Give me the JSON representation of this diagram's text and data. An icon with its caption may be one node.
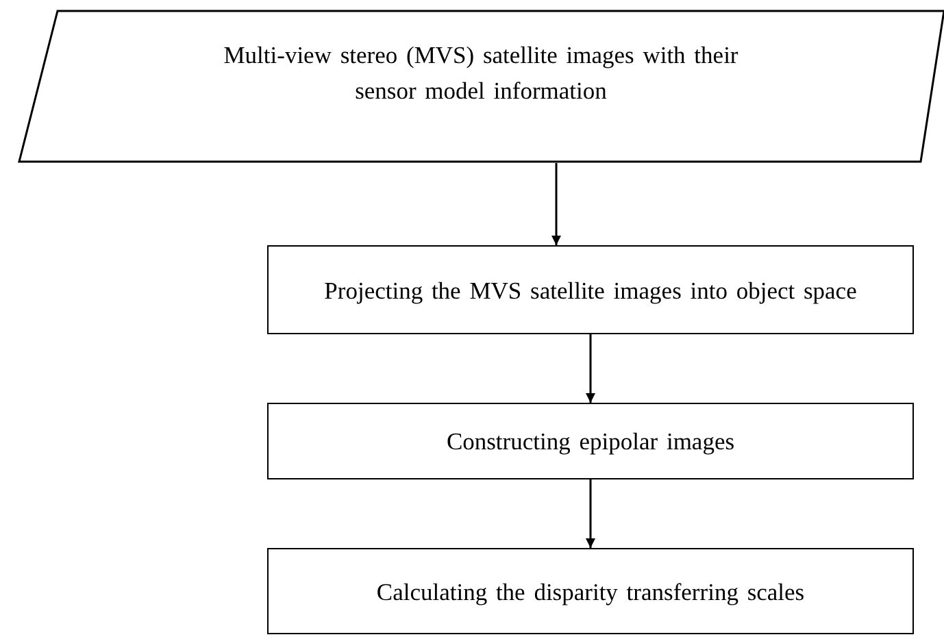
{
  "diagram": {
    "nodes": [
      {
        "text": [
          "Multi-view stereo (MVS) satellite images with their sensor model information"
        ]
      },
      {
        "text": [
          "Projecting the MVS satellite images into object space"
        ]
      },
      {
        "text": [
          "Constructing epipolar images"
        ]
      },
      {
        "text": [
          "Calculating the disparity transferring scales"
        ]
      }
    ],
    "edges": [
      {
        "from": 0,
        "to": 1,
        "arrow": "to"
      },
      {
        "from": 1,
        "to": 2,
        "arrow": "to"
      },
      {
        "from": 2,
        "to": 3,
        "arrow": "to"
      }
    ]
  }
}
